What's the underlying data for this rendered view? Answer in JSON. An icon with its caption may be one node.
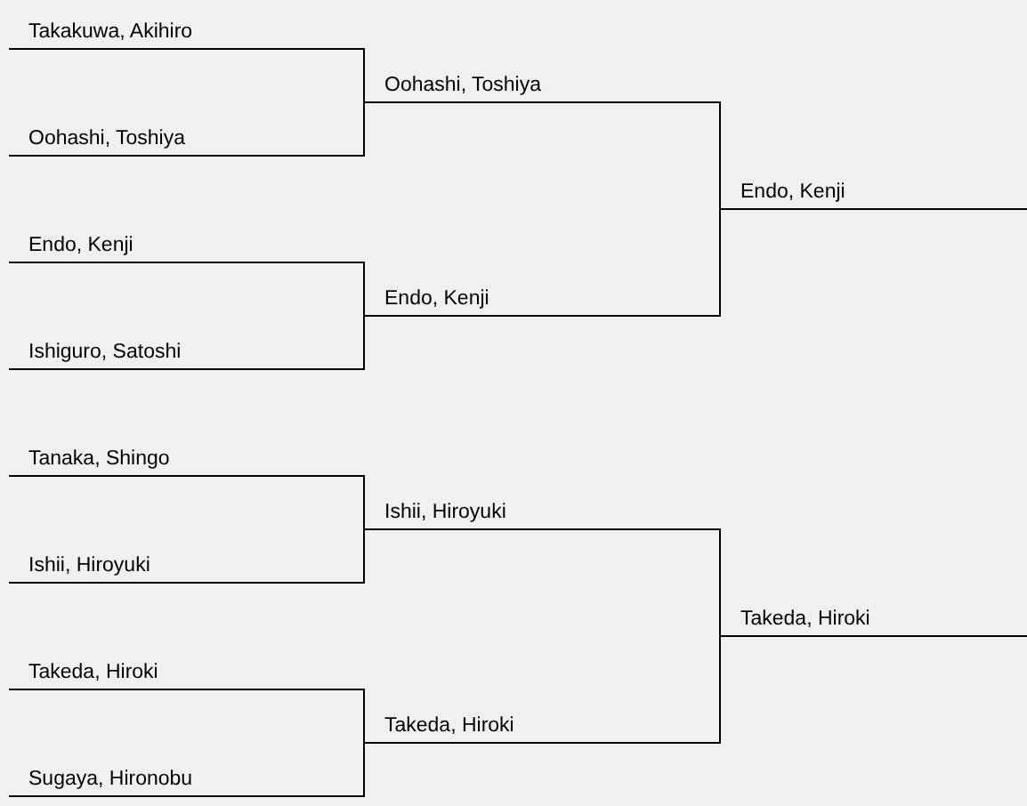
{
  "diagram": {
    "nodes": [
      {
        "text": [
          "Takakuwa, Akihiro"
        ]
      },
      {
        "text": [
          "Oohashi, Toshiya"
        ]
      },
      {
        "text": [
          "Oohashi, Toshiya"
        ]
      },
      {
        "text": [
          "Endo, Kenji"
        ]
      },
      {
        "text": [
          "Endo, Kenji"
        ]
      },
      {
        "text": [
          "Endo, Kenji"
        ]
      },
      {
        "text": [
          "Ishiguro, Satoshi"
        ]
      },
      {
        "text": [
          "Tanaka, Shingo"
        ]
      },
      {
        "text": [
          "Ishii, Hiroyuki"
        ]
      },
      {
        "text": [
          "Ishii, Hiroyuki"
        ]
      },
      {
        "text": [
          "Takeda, Hiroki"
        ]
      },
      {
        "text": [
          "Takeda, Hiroki"
        ]
      },
      {
        "text": [
          "Takeda, Hiroki"
        ]
      },
      {
        "text": [
          "Sugaya, Hironobu"
        ]
      }
    ],
    "edges": [
      {
        "from": 0,
        "to": 1,
        "arrow": "none"
      },
      {
        "from": 2,
        "to": 1,
        "arrow": "none"
      },
      {
        "from": 4,
        "to": 5,
        "arrow": "none"
      },
      {
        "from": 6,
        "to": 5,
        "arrow": "none"
      },
      {
        "from": 1,
        "to": 3,
        "arrow": "none"
      },
      {
        "from": 5,
        "to": 3,
        "arrow": "none"
      },
      {
        "from": 7,
        "to": 8,
        "arrow": "none"
      },
      {
        "from": 9,
        "to": 8,
        "arrow": "none"
      },
      {
        "from": 11,
        "to": 12,
        "arrow": "none"
      },
      {
        "from": 13,
        "to": 12,
        "arrow": "none"
      },
      {
        "from": 8,
        "to": 10,
        "arrow": "none"
      },
      {
        "from": 12,
        "to": 10,
        "arrow": "none"
      }
    ]
  }
}
